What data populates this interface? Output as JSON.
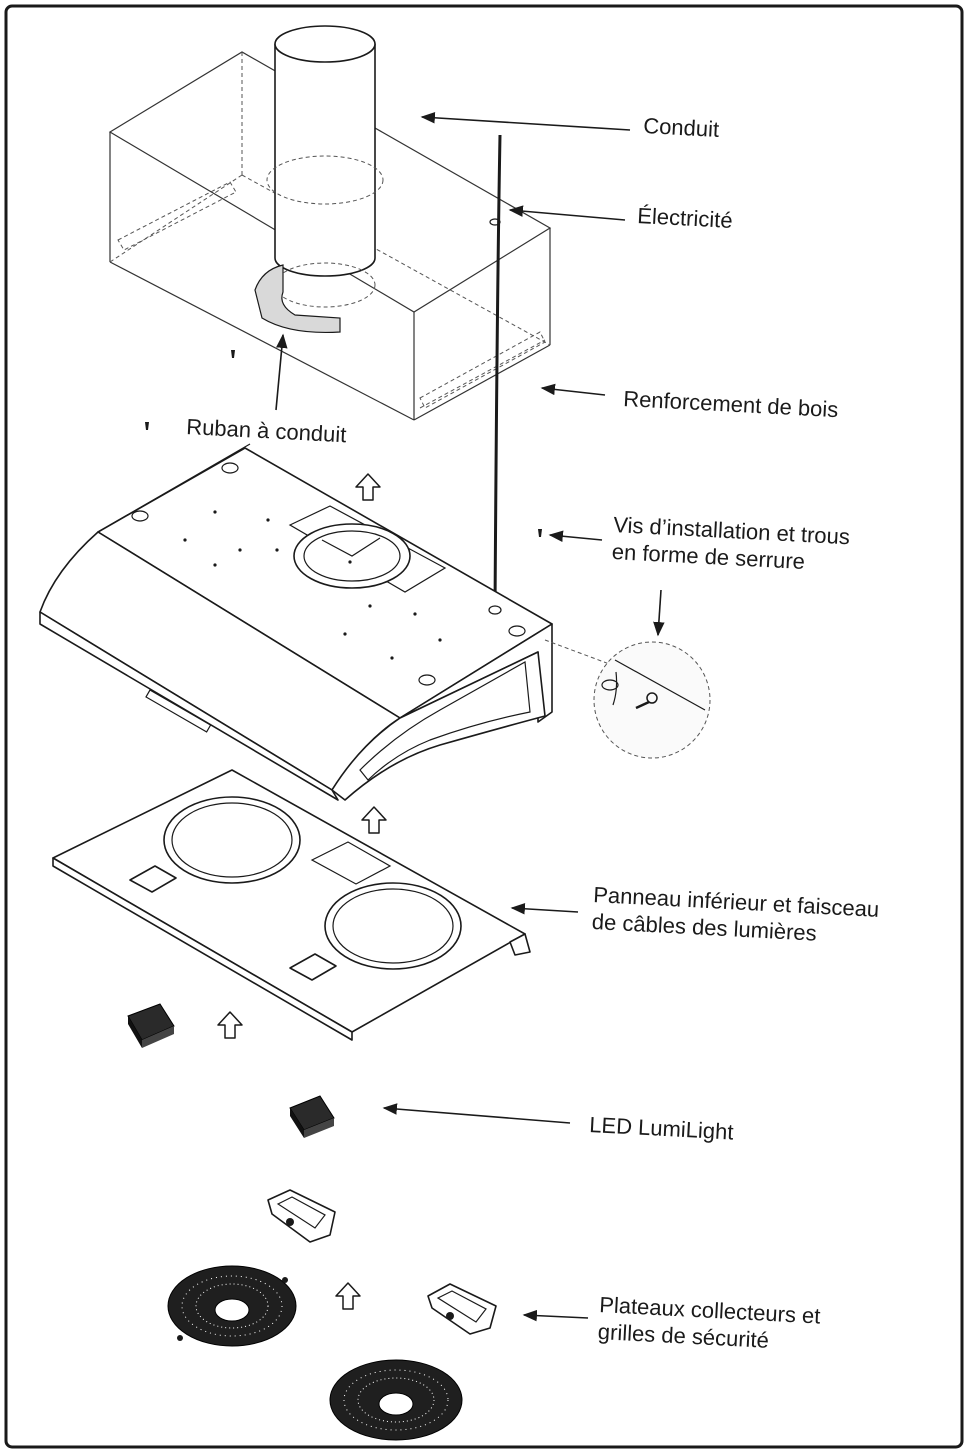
{
  "labels": {
    "conduit": "Conduit",
    "electricite": "Électricité",
    "renforcement": "Renforcement de bois",
    "ruban": "Ruban à conduit",
    "vis_line1": "Vis d’installation et trous",
    "vis_line2": "en forme de serrure",
    "panneau_line1": "Panneau inférieur et faisceau",
    "panneau_line2": "de câbles des lumières",
    "led": "LED LumiLight",
    "plateaux_line1": "Plateaux collecteurs et",
    "plateaux_line2": "grilles de sécurité"
  },
  "colors": {
    "line": "#1a1a1a",
    "grill": "#1f1f1f",
    "tape": "#d9d9d9"
  },
  "icons": [
    "up-arrow-icon",
    "screw-icon",
    "keyhole-icon"
  ]
}
